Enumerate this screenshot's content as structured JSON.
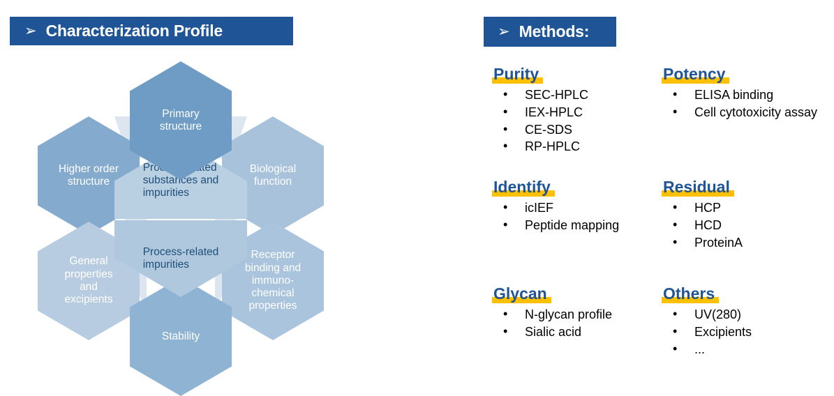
{
  "headers": {
    "profile": {
      "arrow_icon": "arrow-bullet-icon",
      "title": "Characterization Profile"
    },
    "methods": {
      "arrow_icon": "arrow-bullet-icon",
      "title": "Methods:"
    }
  },
  "colors": {
    "banner_blue": "#1F5597",
    "highlight_yellow": "#FFC000",
    "heading_blue": "#1F5597",
    "hex_dark": "#6E9CC4",
    "hex_mid": "#84AACD",
    "hex_light": "#B7CCE0",
    "hex_center_text": "#1F4E79",
    "wedge": "#DCE6F0"
  },
  "hexagons": {
    "outer": [
      {
        "id": "primary",
        "label": "Primary\nstructure",
        "color": "#6E9CC4"
      },
      {
        "id": "higher",
        "label": "Higher order\nstructure",
        "color": "#84AACD"
      },
      {
        "id": "biological",
        "label": "Biological\nfunction",
        "color": "#A7C2DA"
      },
      {
        "id": "general",
        "label": "General\nproperties\nand\nexcipients",
        "color": "#B7CCE0"
      },
      {
        "id": "receptor",
        "label": "Receptor\nbinding and\nimmuno-\nchemical\nproperties",
        "color": "#A9C4DC"
      },
      {
        "id": "stability",
        "label": "Stability",
        "color": "#8FB3D2"
      }
    ],
    "center": [
      {
        "id": "product-related",
        "label": "Product-related\nsubstances and\nimpurities",
        "color": "#B9CFE2"
      },
      {
        "id": "process-related",
        "label": "Process-related\nimpurities",
        "color": "#AFC8DE"
      }
    ]
  },
  "methods": [
    {
      "id": "purity",
      "heading": "Purity",
      "items": [
        "SEC-HPLC",
        "IEX-HPLC",
        "CE-SDS",
        "RP-HPLC"
      ]
    },
    {
      "id": "potency",
      "heading": "Potency",
      "items": [
        "ELISA binding",
        "Cell cytotoxicity assay"
      ]
    },
    {
      "id": "identify",
      "heading": "Identify",
      "items": [
        "icIEF",
        "Peptide mapping"
      ]
    },
    {
      "id": "residual",
      "heading": "Residual",
      "items": [
        "HCP",
        "HCD",
        "ProteinA"
      ]
    },
    {
      "id": "glycan",
      "heading": "Glycan",
      "items": [
        "N-glycan profile",
        "Sialic acid"
      ]
    },
    {
      "id": "others",
      "heading": "Others",
      "items": [
        "UV(280)",
        "Excipients",
        "..."
      ]
    }
  ],
  "bullet_glyph": "•",
  "arrow_glyph": "➢"
}
